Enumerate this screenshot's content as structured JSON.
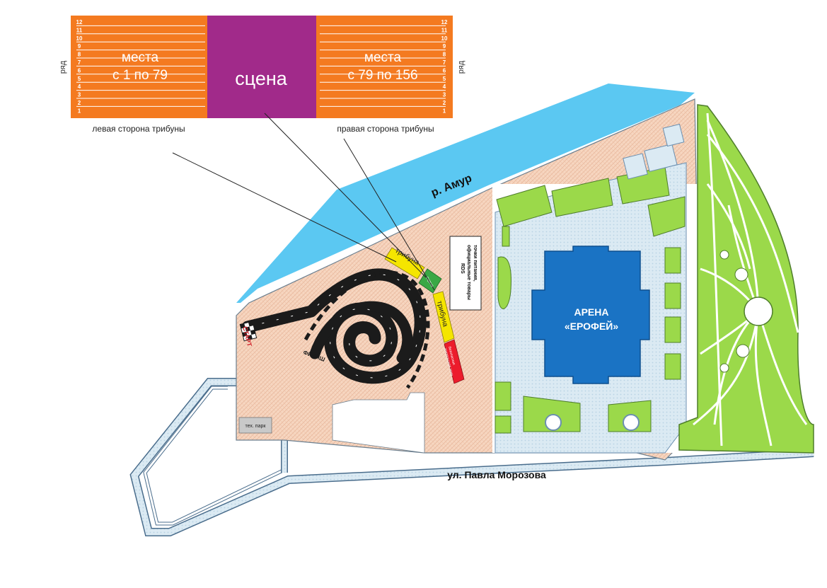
{
  "seating": {
    "left_seats_line1": "места",
    "left_seats_line2": "с 1 по 79",
    "right_seats_line1": "места",
    "right_seats_line2": "с 79 по 156",
    "stage": "сцена",
    "row_label": "ряд",
    "rows": [
      "12",
      "11",
      "10",
      "9",
      "8",
      "7",
      "6",
      "5",
      "4",
      "3",
      "2",
      "1"
    ],
    "left_side_caption": "левая сторона трибуны",
    "right_side_caption": "правая сторона трибуны"
  },
  "map": {
    "river": "р. Амур",
    "street": "ул. Павла Морозова",
    "arena_line1": "АРЕНА",
    "arena_line2": "«ЕРОФЕЙ»",
    "tribune_1": "трибуна",
    "tribune_2": "трибуна",
    "stage_small": "сцена",
    "safe_zone_line1": "безопасная",
    "safe_zone_line2": "зрительская зона",
    "food_line1": "точки питания,",
    "food_line2": "официальные товары",
    "food_line3": "RDS",
    "start": "СТАРТ",
    "finish": "ФИНИШ",
    "tech_park": "тех. парк"
  },
  "colors": {
    "orange": "#f47a20",
    "stage_purple": "#a12a8a",
    "river_blue": "#5bc8f2",
    "arena_blue": "#1a73c4",
    "park_green": "#9bd94a",
    "territory_peach": "#f9d9c4",
    "tribune_yellow": "#f5e500",
    "stage_green": "#3aa845",
    "safe_red": "#ec1c2c"
  }
}
